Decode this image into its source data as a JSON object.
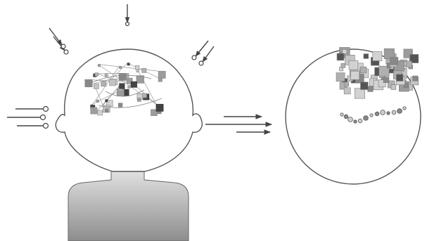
{
  "figure": {
    "colors": {
      "background": "#ffffff",
      "outline": "#555555",
      "arrow": "#444444",
      "squares_light": "#b9b9b9",
      "squares_mid": "#9a9a9a",
      "squares_dark": "#555555",
      "body_top": "#e6e6e6",
      "body_bottom": "#8f8f8f"
    },
    "icons": {
      "head": "head-profile",
      "sphere": "circle-outline",
      "particle": "small-dot",
      "arrow": "arrow"
    }
  }
}
